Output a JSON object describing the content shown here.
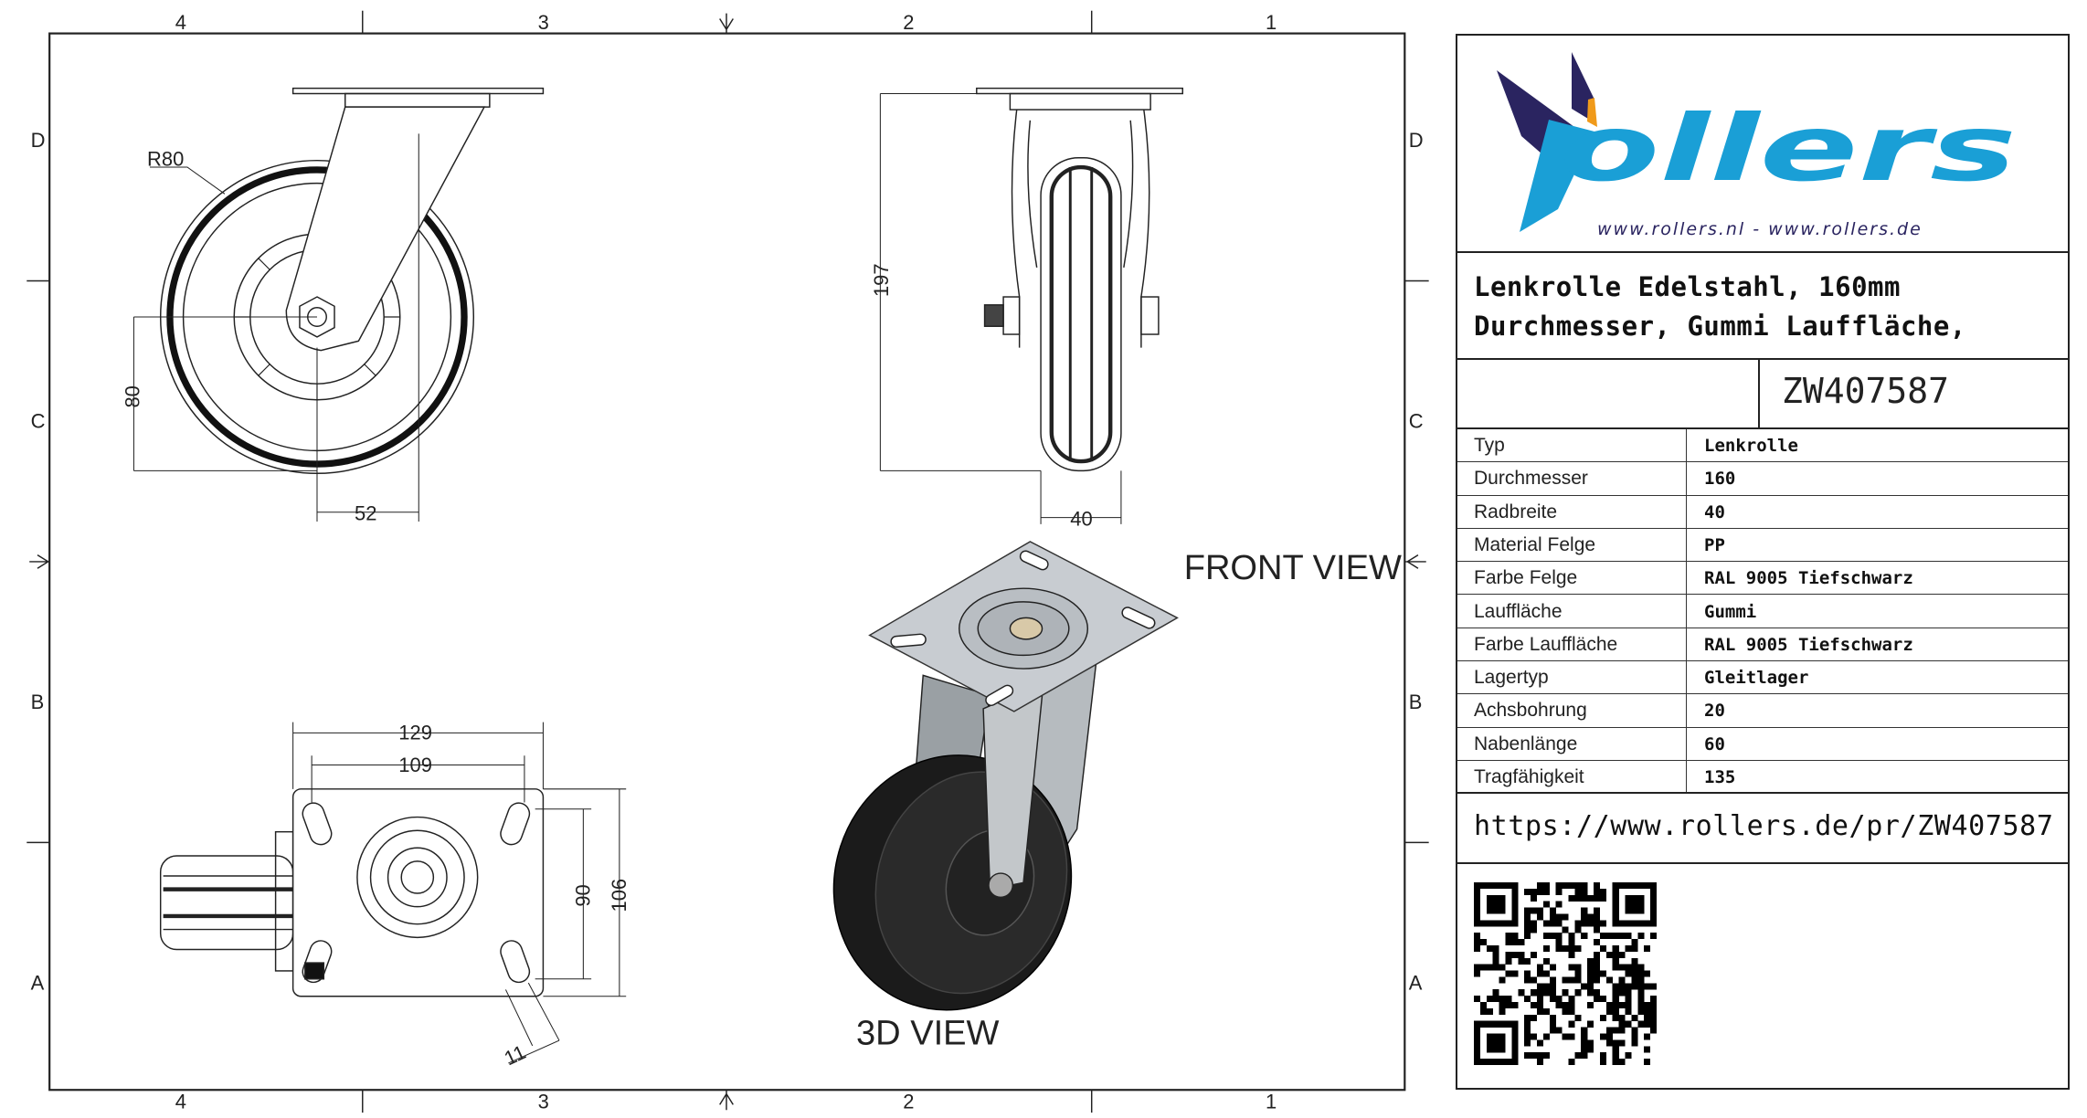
{
  "frame": {
    "columns": [
      "4",
      "3",
      "2",
      "1"
    ],
    "rows": [
      "D",
      "C",
      "B",
      "A"
    ]
  },
  "views": {
    "front_view_label": "FRONT VIEW",
    "view_3d_label": "3D VIEW"
  },
  "dimensions": {
    "radius": "R80",
    "side_height": "80",
    "side_offset": "52",
    "front_height": "197",
    "front_width": "40",
    "plate_length": "129",
    "hole_spacing_length": "109",
    "hole_spacing_width": "90",
    "plate_width": "106",
    "slot_width": "11"
  },
  "logo": {
    "brand": "rollers",
    "tagline": "www.rollers.nl   -   www.rollers.de",
    "colors": {
      "blue": "#1a9fd6",
      "navy": "#2a2460",
      "orange": "#f09a1a"
    }
  },
  "title_block": {
    "description_line1": "Lenkrolle Edelstahl, 160mm",
    "description_line2": "Durchmesser, Gummi Lauffläche,",
    "article_number": "ZW407587",
    "specs": [
      {
        "label": "Typ",
        "value": "Lenkrolle"
      },
      {
        "label": "Durchmesser",
        "value": "160"
      },
      {
        "label": "Radbreite",
        "value": "40"
      },
      {
        "label": "Material Felge",
        "value": "PP"
      },
      {
        "label": "Farbe Felge",
        "value": "RAL 9005 Tiefschwarz"
      },
      {
        "label": "Lauffläche",
        "value": "Gummi"
      },
      {
        "label": "Farbe Lauffläche",
        "value": "RAL 9005 Tiefschwarz"
      },
      {
        "label": "Lagertyp",
        "value": "Gleitlager"
      },
      {
        "label": "Achsbohrung",
        "value": "20"
      },
      {
        "label": "Nabenlänge",
        "value": "60"
      },
      {
        "label": "Tragfähigkeit",
        "value": "135"
      }
    ],
    "url": "https://www.rollers.de/pr/ZW407587"
  }
}
